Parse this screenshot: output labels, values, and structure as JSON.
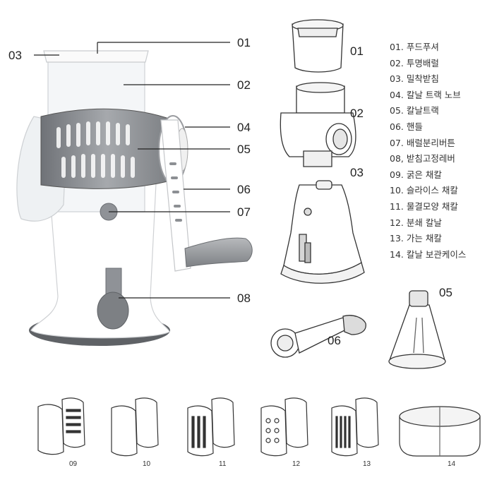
{
  "callouts": {
    "c01": "01",
    "c02": "02",
    "c03": "03",
    "c04": "04",
    "c05": "05",
    "c06": "06",
    "c07": "07",
    "c08": "08"
  },
  "parts": {
    "p01": "01",
    "p02": "02",
    "p03": "03",
    "p05": "05",
    "p06": "06"
  },
  "blades": [
    "09",
    "10",
    "11",
    "12",
    "13",
    "14"
  ],
  "legend": [
    "01. 푸드푸셔",
    "02. 투명배럴",
    "03. 밀착받침",
    "04. 칼날 트랙 노브",
    "05. 칼날트랙",
    "06. 핸들",
    "07. 배럴분리버튼",
    "08, 받침고정레버",
    "09. 굵은 채칼",
    "10. 슬라이스 채칼",
    "11. 물결모양 채칼",
    "12. 분쇄 칼날",
    "13. 가는 채칼",
    "14. 칼날 보관케이스"
  ],
  "colors": {
    "outline": "#333333",
    "body": "#ffffff",
    "gray_drum": "#8f9297",
    "dark_gray": "#6b6e73",
    "base_ring": "#5f6266",
    "handle_grip": "#9a9ca0"
  }
}
